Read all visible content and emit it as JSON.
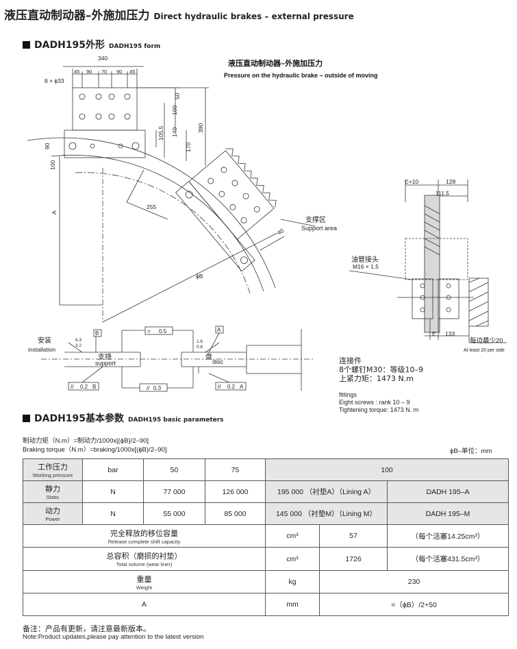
{
  "header": {
    "title_cn": "液压直动制动器–外施加压力",
    "title_en": "Direct hydraulic brakes – external pressure"
  },
  "section1": {
    "title_cn": "DADH195外形",
    "title_en": "DADH195 form"
  },
  "drawing": {
    "caption_cn": "液压直动制动器–外施加压力",
    "caption_en": "Pressure on the hydraulic brake – outside of moving",
    "dims_top": [
      "340",
      "45",
      "90",
      "70",
      "90",
      "45"
    ],
    "holes": "8 × ϕ33",
    "dims_right": [
      "50",
      "100",
      "140",
      "105.5",
      "170",
      "390"
    ],
    "dims_left": [
      "90",
      "100"
    ],
    "dim_255": "255",
    "dim_A": "A",
    "dim_phiB": "ϕB",
    "dim_40": "40",
    "support_cn": "支撑区",
    "support_en": "Support area"
  },
  "side_view": {
    "e10": "E+10",
    "d128": "128",
    "d1115": "111.5",
    "pipe_cn": "油管接头",
    "pipe_spec": "M16 × 1.5",
    "e": "E",
    "d133": "133",
    "min_cn": "每边最少20",
    "min_en": "At least 20 per side"
  },
  "installation": {
    "label_cn": "安装",
    "label_en": "installation",
    "r63": "6.3",
    "r32": "3.2",
    "r16": "1.6",
    "r08": "0.8",
    "box_b": "B",
    "box_a": "A",
    "tol_05": "0.5",
    "tol_03": "0.3",
    "par_b": "0.2",
    "par_b_ref": "B",
    "par_a": "0.2",
    "par_a_ref": "A",
    "support_cn": "支持",
    "support_en": "support",
    "disc_cn": "盘",
    "disc_en": "disc"
  },
  "fittings": {
    "cn_title": "连接件",
    "cn_line1": "8个螺钉M30：等级10–9",
    "cn_line2": "上紧力矩：1473 N.m",
    "en_title": "fittings",
    "en_line1": "Eight screws : rank 10 – 9",
    "en_line2": "Tightening torque: 1473 N. m"
  },
  "section2": {
    "title_cn": "DADH195基本参数",
    "title_en": "DADH195 basic parameters"
  },
  "formula": {
    "cn": "制动力矩（N.m）=制动力/1000x[(ϕB)/2–90]",
    "en": "Braking torque（N.m）=braking/1000x[(ϕB)/2–90]",
    "unit": "ϕB–单位：mm"
  },
  "table": {
    "row1": {
      "cn": "工作压力",
      "en": "Working pressure",
      "unit": "bar",
      "v1": "50",
      "v2": "75",
      "v3": "100"
    },
    "row2": {
      "cn": "静力",
      "en": "Static",
      "unit": "N",
      "v1": "77 000",
      "v2": "126 000",
      "v3": "195 000 （衬垫A）（Lining A）",
      "model": "DADH 195–A"
    },
    "row3": {
      "cn": "动力",
      "en": "Power",
      "unit": "N",
      "v1": "55 000",
      "v2": "85 000",
      "v3": "145 000 （衬垫M）（Lining M）",
      "model": "DADH 195–M"
    },
    "row4": {
      "cn": "完全释放的移位容量",
      "en": "Release complete shift capacity",
      "unit": "cm³",
      "value": "57",
      "note": "（每个活塞14.25cm³）"
    },
    "row5": {
      "cn": "总容积（磨损的衬垫）",
      "en": "Total volume (wear liner)",
      "unit": "cm³",
      "value": "1726",
      "note": "（每个活塞431.5cm³）"
    },
    "row6": {
      "cn": "重量",
      "en": "Weight",
      "unit": "kg",
      "value": "230"
    },
    "row7": {
      "label": "A",
      "unit": "mm",
      "value": "=（ϕB）/2+50"
    }
  },
  "note": {
    "cn": "备注：产品有更新，请注意最新版本。",
    "en": "Note:Product updates,please pay attention to the latest version"
  }
}
